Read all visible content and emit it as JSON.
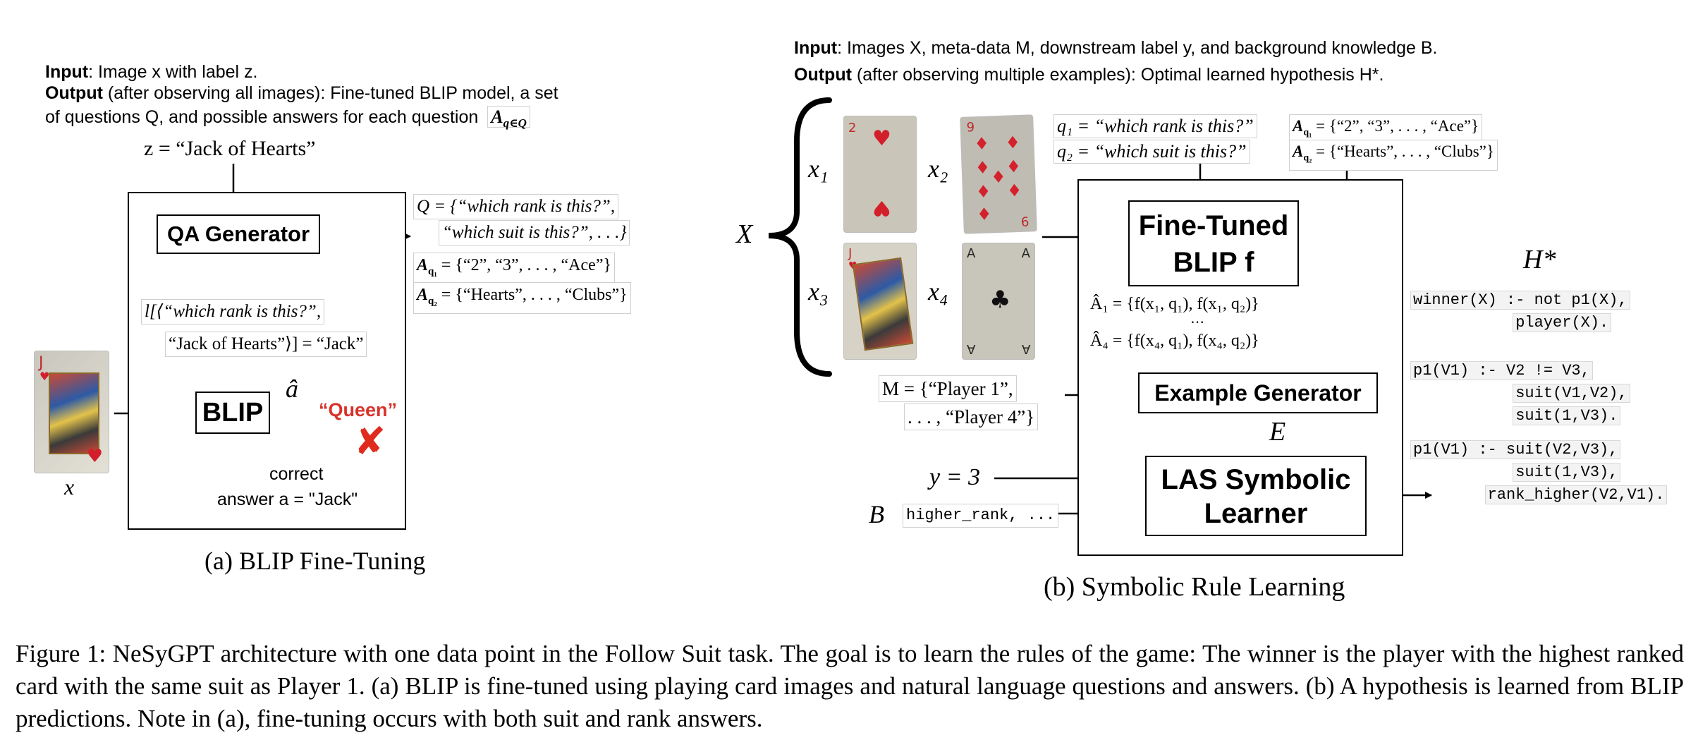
{
  "panel_a": {
    "input_bold": "Input",
    "input_rest": ": Image x with label z.",
    "output_bold": "Output",
    "output_rest1": " (after observing all images): Fine-tuned BLIP model, a set",
    "output_rest2": "of questions Q, and possible answers for each question",
    "output_answers_sym": "A",
    "output_answers_sub": "q∈Q",
    "z_label": "z = “Jack of Hearts”",
    "qa_generator": "QA Generator",
    "q_set_line1": "Q = {“which rank is this?”,",
    "q_set_line2": "“which suit is this?”, . . .}",
    "aq1": "A",
    "aq1_sub": "q₁",
    "aq1_val": " = {“2”, “3”, . . . , “Ace”}",
    "aq2": "A",
    "aq2_sub": "q₂",
    "aq2_val": " = {“Hearts”, . . . , “Clubs”}",
    "l_line1": "l[⟨“which rank is this?”,",
    "l_line2": "“Jack of Hearts”⟩] = “Jack”",
    "blip": "BLIP",
    "a_hat": "â",
    "prediction": "“Queen”",
    "cross": "✘",
    "correct_label": "correct",
    "answer_label": "answer a = \"Jack\"",
    "x_label": "x",
    "card_rank": "J",
    "subcaption": "(a) BLIP Fine-Tuning"
  },
  "panel_b": {
    "input_bold": "Input",
    "input_rest": ": Images X, meta-data M, downstream label y, and background knowledge B.",
    "output_bold": "Output",
    "output_rest": " (after observing multiple examples): Optimal learned hypothesis H*.",
    "X_label": "X",
    "x1": "x₁",
    "x2": "x₂",
    "x3": "x₃",
    "x4": "x₄",
    "card1_rank": "2",
    "card2_rank": "9",
    "card2_rank_b": "6",
    "card3_rank": "J",
    "card4_rank": "A",
    "q1": "q₁ = “which rank is this?”",
    "q2": "q₂ = “which suit is this?”",
    "aq1_val": "A",
    "aq1_sub": "q₁",
    "aq1_rest": " = {“2”, “3”, . . . , “Ace”}",
    "aq2_val": "A",
    "aq2_sub": "q₂",
    "aq2_rest": " = {“Hearts”, . . . , “Clubs”}",
    "fine_tuned_1": "Fine-Tuned",
    "fine_tuned_2": "BLIP f",
    "a1_hat": "Â₁ = {f(x₁, q₁), f(x₁, q₂)}",
    "dots": "⋯",
    "a4_hat": "Â₄ = {f(x₄, q₁), f(x₄, q₂)}",
    "M_line1": "M = {“Player 1”,",
    "M_line2": ". . . , “Player 4”}",
    "example_generator": "Example Generator",
    "E_label": "E",
    "y_label": "y = 3",
    "B_label": "B",
    "B_value": "higher_rank, ...",
    "las_1": "LAS Symbolic",
    "las_2": "Learner",
    "h_star": "H*",
    "rules": [
      [
        "winner(X) :- not p1(X),",
        "           player(X)."
      ],
      [
        "p1(V1) :- V2 != V3,",
        "           suit(V1,V2),",
        "           suit(1,V3)."
      ],
      [
        "p1(V1) :- suit(V2,V3),",
        "           suit(1,V3),",
        "        rank_higher(V2,V1)."
      ]
    ],
    "subcaption": "(b) Symbolic Rule Learning"
  },
  "caption": {
    "text": "Figure 1: NeSyGPT architecture with one data point in the Follow Suit task. The goal is to learn the rules of the game: The winner is the player with the highest ranked card with the same suit as Player 1. (a) BLIP is fine-tuned using playing card images and natural language questions and answers. (b) A hypothesis is learned from BLIP predictions. Note in (a), fine-tuning occurs with both suit and rank answers."
  },
  "colors": {
    "prediction_red": "#d8322a",
    "cross_red": "#e02a1d",
    "correct_green": "#4aa84a",
    "card_red": "#d21f2b"
  }
}
